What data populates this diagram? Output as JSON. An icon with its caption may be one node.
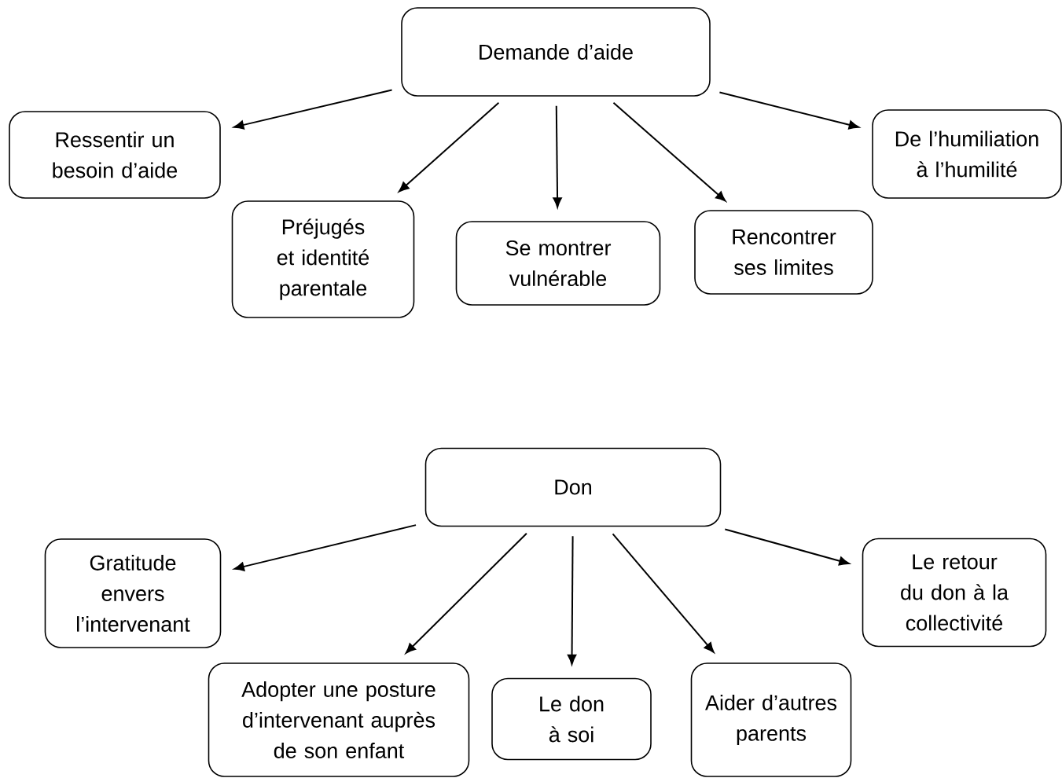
{
  "diagram": {
    "nodes": [
      {
        "text": [
          "Demande d’aide"
        ]
      },
      {
        "text": [
          "Ressentir un besoin d’aide"
        ]
      },
      {
        "text": [
          "Préjugés et identité parentale"
        ]
      },
      {
        "text": [
          "Se montrer vulnérable"
        ]
      },
      {
        "text": [
          "Rencontrer ses limites"
        ]
      },
      {
        "text": [
          "De l’humiliation à l’humilité"
        ]
      },
      {
        "text": [
          "Don"
        ]
      },
      {
        "text": [
          "Gratitude envers l’intervenant"
        ]
      },
      {
        "text": [
          "Adopter une posture d’intervenant auprès de son enfant"
        ]
      },
      {
        "text": [
          "Le don à soi"
        ]
      },
      {
        "text": [
          "Aider d’autres parents"
        ]
      },
      {
        "text": [
          "Le retour du don à la collectivité"
        ]
      }
    ],
    "edges": [
      {
        "from": 0,
        "to": 1,
        "arrow": "to"
      },
      {
        "from": 0,
        "to": 2,
        "arrow": "to"
      },
      {
        "from": 0,
        "to": 3,
        "arrow": "to"
      },
      {
        "from": 0,
        "to": 4,
        "arrow": "to"
      },
      {
        "from": 0,
        "to": 5,
        "arrow": "to"
      },
      {
        "from": 6,
        "to": 7,
        "arrow": "to"
      },
      {
        "from": 6,
        "to": 8,
        "arrow": "to"
      },
      {
        "from": 6,
        "to": 9,
        "arrow": "to"
      },
      {
        "from": 6,
        "to": 10,
        "arrow": "to"
      },
      {
        "from": 6,
        "to": 11,
        "arrow": "to"
      }
    ]
  }
}
